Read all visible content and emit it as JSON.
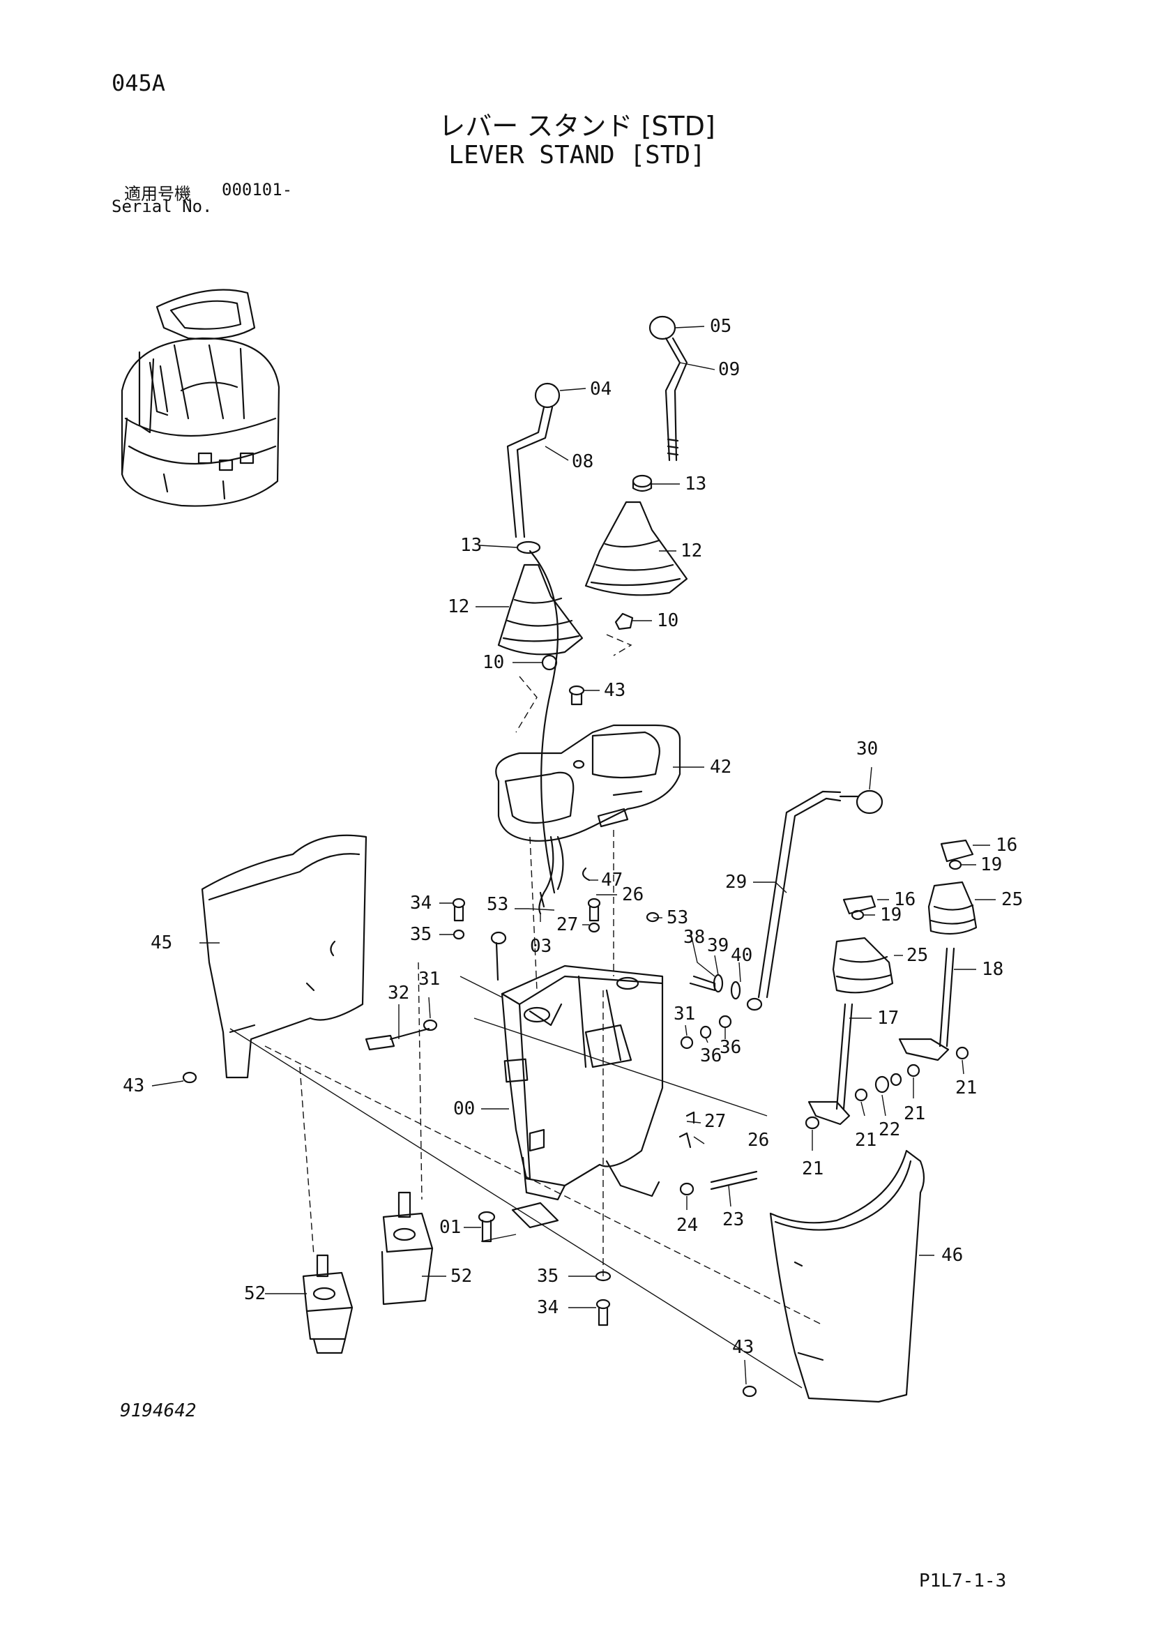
{
  "header": {
    "sheet_code": "045A",
    "title_jp": "レバー スタンド [STD]",
    "title_en": "LEVER STAND [STD]",
    "serial_label_jp": "適用号機",
    "serial_number": "000101-",
    "serial_label_en": "Serial No."
  },
  "footer": {
    "drawing_number": "9194642",
    "page_reference": "P1L7-1-3"
  },
  "callouts": [
    {
      "id": "c05",
      "label": "05"
    },
    {
      "id": "c09",
      "label": "09"
    },
    {
      "id": "c04",
      "label": "04"
    },
    {
      "id": "c08",
      "label": "08"
    },
    {
      "id": "c13a",
      "label": "13"
    },
    {
      "id": "c13b",
      "label": "13"
    },
    {
      "id": "c12a",
      "label": "12"
    },
    {
      "id": "c12b",
      "label": "12"
    },
    {
      "id": "c10a",
      "label": "10"
    },
    {
      "id": "c10b",
      "label": "10"
    },
    {
      "id": "c43a",
      "label": "43"
    },
    {
      "id": "c42",
      "label": "42"
    },
    {
      "id": "c30",
      "label": "30"
    },
    {
      "id": "c16a",
      "label": "16"
    },
    {
      "id": "c19a",
      "label": "19"
    },
    {
      "id": "c25a",
      "label": "25"
    },
    {
      "id": "c16b",
      "label": "16"
    },
    {
      "id": "c19b",
      "label": "19"
    },
    {
      "id": "c25b",
      "label": "25"
    },
    {
      "id": "c18",
      "label": "18"
    },
    {
      "id": "c17",
      "label": "17"
    },
    {
      "id": "c29",
      "label": "29"
    },
    {
      "id": "c47",
      "label": "47"
    },
    {
      "id": "c26a",
      "label": "26"
    },
    {
      "id": "c53a",
      "label": "53"
    },
    {
      "id": "c53b",
      "label": "53"
    },
    {
      "id": "c34a",
      "label": "34"
    },
    {
      "id": "c35a",
      "label": "35"
    },
    {
      "id": "c27a",
      "label": "27"
    },
    {
      "id": "c03",
      "label": "03"
    },
    {
      "id": "c38",
      "label": "38"
    },
    {
      "id": "c39",
      "label": "39"
    },
    {
      "id": "c40",
      "label": "40"
    },
    {
      "id": "c45",
      "label": "45"
    },
    {
      "id": "c32",
      "label": "32"
    },
    {
      "id": "c31a",
      "label": "31"
    },
    {
      "id": "c31b",
      "label": "31"
    },
    {
      "id": "c36a",
      "label": "36"
    },
    {
      "id": "c36b",
      "label": "36"
    },
    {
      "id": "c43b",
      "label": "43"
    },
    {
      "id": "c00",
      "label": "00"
    },
    {
      "id": "c27b",
      "label": "27"
    },
    {
      "id": "c26b",
      "label": "26"
    },
    {
      "id": "c21a",
      "label": "21"
    },
    {
      "id": "c21b",
      "label": "21"
    },
    {
      "id": "c21c",
      "label": "21"
    },
    {
      "id": "c21d",
      "label": "21"
    },
    {
      "id": "c22",
      "label": "22"
    },
    {
      "id": "c24",
      "label": "24"
    },
    {
      "id": "c23",
      "label": "23"
    },
    {
      "id": "c01",
      "label": "01"
    },
    {
      "id": "c46",
      "label": "46"
    },
    {
      "id": "c35b",
      "label": "35"
    },
    {
      "id": "c52a",
      "label": "52"
    },
    {
      "id": "c52b",
      "label": "52"
    },
    {
      "id": "c34b",
      "label": "34"
    },
    {
      "id": "c43c",
      "label": "43"
    }
  ]
}
